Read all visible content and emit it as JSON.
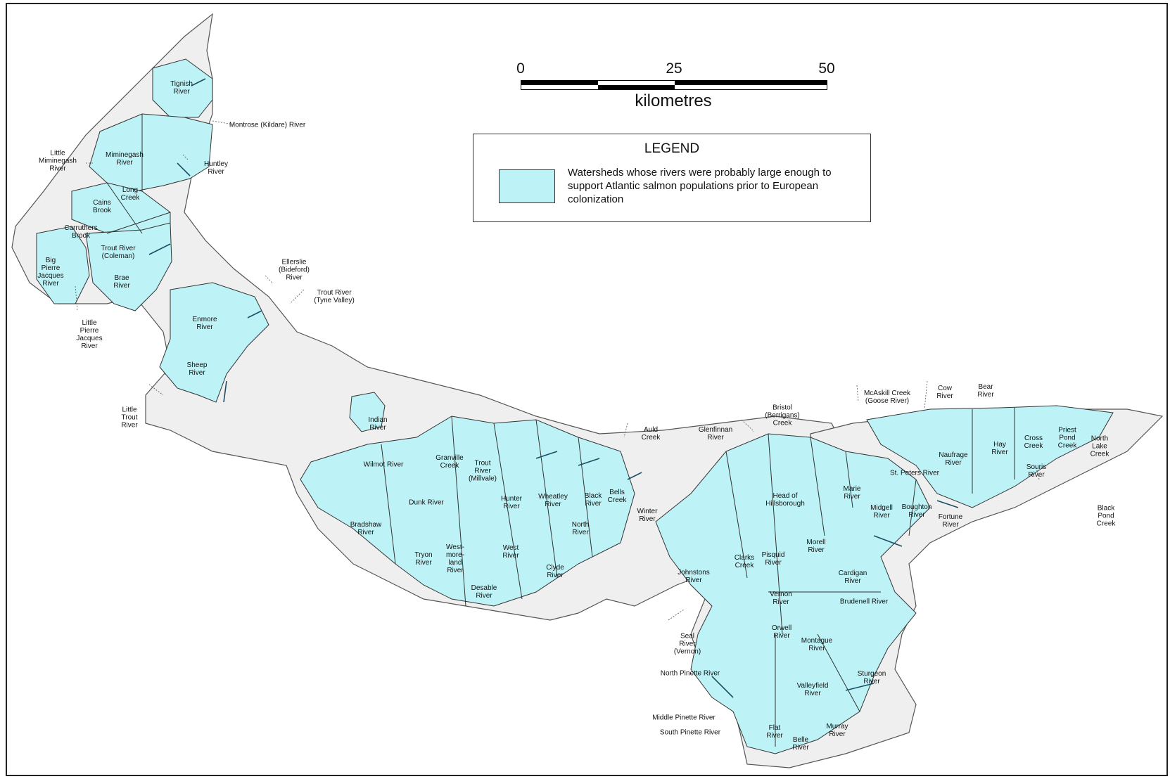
{
  "scale": {
    "ticks": [
      "0",
      "25",
      "50"
    ],
    "unit": "kilometres"
  },
  "legend": {
    "title": "LEGEND",
    "swatch_color": "#bdf3f7",
    "entry": "Watersheds whose rivers were probably large enough to support Atlantic salmon populations prior to European colonization"
  },
  "colors": {
    "watershed": "#bdf3f7",
    "land": "#efefef",
    "stream": "#1b4f66"
  },
  "labels": {
    "tignish": "Tignish\nRiver",
    "montrose": "Montrose (Kildare) River",
    "little_miminegash": "Little\nMiminegash\nRiver",
    "miminegash": "Miminegash\nRiver",
    "huntley": "Huntley\nRiver",
    "long_creek": "Long\nCreek",
    "cains_brook": "Cains\nBrook",
    "carruthers": "Carruthers\nBrook",
    "trout_coleman": "Trout River\n(Coleman)",
    "big_pierre": "Big\nPierre\nJacques\nRiver",
    "brae": "Brae\nRiver",
    "little_pierre": "Little\nPierre\nJacques\nRiver",
    "ellerslie": "Ellerslie\n(Bideford)\nRiver",
    "trout_tyne": "Trout River\n(Tyne Valley)",
    "enmore": "Enmore\nRiver",
    "sheep": "Sheep\nRiver",
    "little_trout": "Little\nTrout\nRiver",
    "indian": "Indian\nRiver",
    "wilmot": "Wilmot River",
    "granville": "Granville\nCreek",
    "trout_millvale": "Trout\nRiver\n(Millvale)",
    "dunk": "Dunk River",
    "bradshaw": "Bradshaw\nRiver",
    "tryon": "Tryon\nRiver",
    "westmoreland": "West-\nmore-\nland\nRiver",
    "desable": "Desable\nRiver",
    "west": "West\nRiver",
    "hunter": "Hunter\nRiver",
    "wheatley": "Wheatley\nRiver",
    "black": "Black\nRiver",
    "bells": "Bells\nCreek",
    "north": "North\nRiver",
    "clyde": "Clyde\nRiver",
    "winter": "Winter\nRiver",
    "auld": "Auld\nCreek",
    "glenfinnan": "Glenfinnan\nRiver",
    "bristol": "Bristol\n(Berrigans)\nCreek",
    "head_hillsborough": "Head of\nHillsborough",
    "johnstons": "Johnstons\nRiver",
    "clarks": "Clarks\nCreek",
    "pisquid": "Pisquid\nRiver",
    "morell": "Morell\nRiver",
    "marie": "Marie\nRiver",
    "midgell": "Midgell\nRiver",
    "mcaskill": "McAskill Creek\n(Goose River)",
    "cow": "Cow\nRiver",
    "bear": "Bear\nRiver",
    "st_peters": "St. Peters River",
    "naufrage": "Naufrage\nRiver",
    "hay": "Hay\nRiver",
    "cross": "Cross\nCreek",
    "priest_pond": "Priest\nPond\nCreek",
    "north_lake": "North\nLake\nCreek",
    "souris": "Souris\nRiver",
    "black_pond": "Black\nPond\nCreek",
    "boughton": "Boughton\nRiver",
    "fortune": "Fortune\nRiver",
    "cardigan": "Cardigan\nRiver",
    "vernon": "Vernon\nRiver",
    "brudenell": "Brudenell River",
    "seal": "Seal\nRiver\n(Vernon)",
    "orwell": "Orwell\nRiver",
    "montague": "Montague\nRiver",
    "north_pinette": "North Pinette River",
    "sturgeon": "Sturgeon\nRiver",
    "valleyfield": "Valleyfield\nRiver",
    "middle_pinette": "Middle Pinette River",
    "south_pinette": "South Pinette River",
    "flat": "Flat\nRiver",
    "belle": "Belle\nRiver",
    "murray": "Murray\nRiver"
  }
}
